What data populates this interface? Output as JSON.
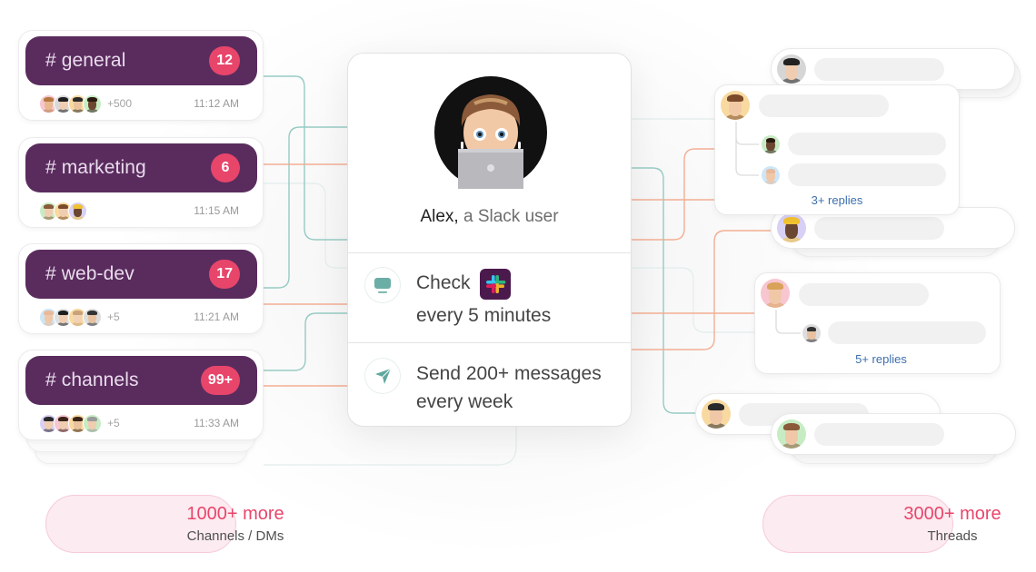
{
  "channels": [
    {
      "name": "# general",
      "badge": "12",
      "extra": "+500",
      "time": "11:12 AM",
      "avatars": [
        {
          "bg": "#f7c6d0",
          "skin": "#e8b98f",
          "hair": "#b5793f"
        },
        {
          "bg": "#d9d9d9",
          "skin": "#f0cdb0",
          "hair": "#1f1f1f"
        },
        {
          "bg": "#f8d9a0",
          "skin": "#e9c29e",
          "hair": "#2a2a2a"
        },
        {
          "bg": "#c7ecc4",
          "skin": "#6b4630",
          "hair": "#2b1a10"
        }
      ]
    },
    {
      "name": "# marketing",
      "badge": "6",
      "extra": "",
      "time": "11:15 AM",
      "avatars": [
        {
          "bg": "#c7ecc4",
          "skin": "#f0cdb0",
          "hair": "#8a5a3a"
        },
        {
          "bg": "#f8d9a0",
          "skin": "#f0cdb0",
          "hair": "#7a4a2a"
        },
        {
          "bg": "#d9d0f5",
          "skin": "#6b4630",
          "hair": "#f2c230"
        }
      ]
    },
    {
      "name": "# web-dev",
      "badge": "17",
      "extra": "+5",
      "time": "11:21 AM",
      "avatars": [
        {
          "bg": "#cde6f7",
          "skin": "#f0c8a8",
          "hair": "#e8b99a"
        },
        {
          "bg": "#e0e0e0",
          "skin": "#f0cdb0",
          "hair": "#1f1f1f"
        },
        {
          "bg": "#f8d9a0",
          "skin": "#f2d2b4",
          "hair": "#c9a27a"
        },
        {
          "bg": "#dddddd",
          "skin": "#e8c2a0",
          "hair": "#333333"
        }
      ]
    },
    {
      "name": "# channels",
      "badge": "99+",
      "extra": "+5",
      "time": "11:33 AM",
      "avatars": [
        {
          "bg": "#d9d0f5",
          "skin": "#f0cdb0",
          "hair": "#2a2a2a"
        },
        {
          "bg": "#f7c6d0",
          "skin": "#f0cdb0",
          "hair": "#3a2418"
        },
        {
          "bg": "#f8d9a0",
          "skin": "#e9c29e",
          "hair": "#3a2418"
        },
        {
          "bg": "#c7ecc4",
          "skin": "#f0cdb0",
          "hair": "#9a9a9a"
        }
      ]
    }
  ],
  "user": {
    "name": "Alex,",
    "role": " a Slack user",
    "avatar": "memoji-with-laptop"
  },
  "actions": [
    {
      "icon": "monitor-icon",
      "line1": "Check",
      "app_icon": "slack-logo-icon",
      "line2": "every 5 minutes"
    },
    {
      "icon": "send-icon",
      "line1": "Send 200+ messages",
      "line2": "every week"
    }
  ],
  "threads": [
    {
      "avatar": {
        "bg": "#d6d6d6",
        "skin": "#f0cdb0",
        "hair": "#222222"
      }
    },
    {
      "avatar": {
        "bg": "#f8d9a0",
        "skin": "#f1c9a5",
        "hair": "#7a4a2a"
      },
      "replies": [
        {
          "bg": "#c7ecc4",
          "skin": "#6b4630",
          "hair": "#2b1a10"
        },
        {
          "bg": "#cde6f7",
          "skin": "#f0c8a8",
          "hair": "#e8b99a"
        }
      ],
      "replies_label": "3+ replies"
    },
    {
      "avatar": {
        "bg": "#d9d0f5",
        "skin": "#6b4630",
        "hair": "#f2c230"
      }
    },
    {
      "avatar": {
        "bg": "#f7c6d0",
        "skin": "#f0c8a8",
        "hair": "#d9a25a"
      },
      "replies": [
        {
          "bg": "#dddddd",
          "skin": "#e8c2a0",
          "hair": "#333333"
        }
      ],
      "replies_label": "5+ replies"
    },
    {
      "avatar": {
        "bg": "#f8d9a0",
        "skin": "#f0c8a8",
        "hair": "#2a2a2a"
      }
    },
    {
      "avatar": {
        "bg": "#c7ecc4",
        "skin": "#f0c8a8",
        "hair": "#8a5a3a"
      }
    }
  ],
  "summary": {
    "channels": {
      "count": "1000+ more",
      "label": "Channels / DMs"
    },
    "threads": {
      "count": "3000+ more",
      "label": "Threads"
    }
  },
  "colors": {
    "channel_header": "#5a2c5e",
    "badge": "#e8456b",
    "connector_teal": "#97cbc3",
    "connector_orange": "#f3ae93",
    "reply_link": "#3d6fae",
    "summary_accent": "#e8456b"
  }
}
